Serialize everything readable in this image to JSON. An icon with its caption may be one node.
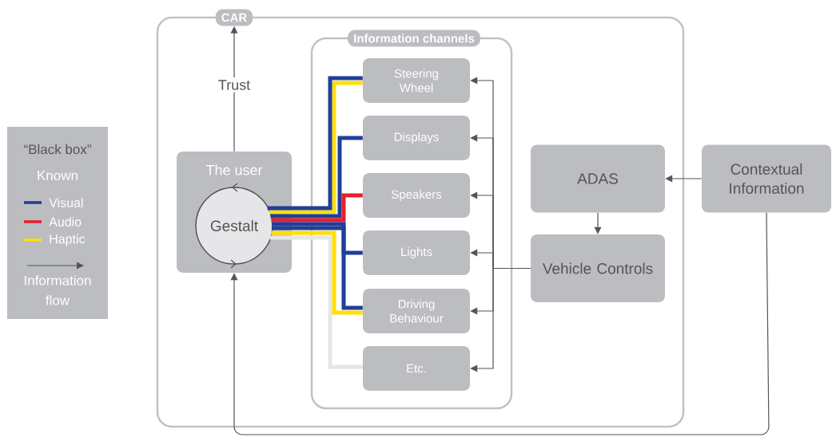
{
  "diagram": {
    "nodes": [
      {
        "text": [
          "CAR"
        ]
      },
      {
        "text": [
          "Information channels"
        ],
        "in": 0
      },
      {
        "text": [
          "The user"
        ],
        "in": 0
      },
      {
        "text": [
          "Gestalt"
        ],
        "in": 2
      },
      {
        "text": [
          "Steering Wheel"
        ],
        "in": 1
      },
      {
        "text": [
          "Displays"
        ],
        "in": 1
      },
      {
        "text": [
          "Speakers"
        ],
        "in": 1
      },
      {
        "text": [
          "Lights"
        ],
        "in": 1
      },
      {
        "text": [
          "Driving Behaviour"
        ],
        "in": 1
      },
      {
        "text": [
          "Etc."
        ],
        "in": 1
      },
      {
        "text": [
          "ADAS"
        ],
        "in": 0
      },
      {
        "text": [
          "Vehicle Controls"
        ],
        "in": 0
      },
      {
        "text": [
          "Contextual Information"
        ]
      }
    ],
    "edges": [
      {
        "from": 2,
        "to": 0,
        "arrow": "to",
        "label": "Trust"
      },
      {
        "from": 12,
        "to": 10,
        "arrow": "to"
      },
      {
        "from": 10,
        "to": 11,
        "arrow": "to"
      },
      {
        "from": 11,
        "to": 4,
        "arrow": "to"
      },
      {
        "from": 11,
        "to": 5,
        "arrow": "to"
      },
      {
        "from": 11,
        "to": 6,
        "arrow": "to"
      },
      {
        "from": 11,
        "to": 7,
        "arrow": "to"
      },
      {
        "from": 11,
        "to": 8,
        "arrow": "to"
      },
      {
        "from": 11,
        "to": 9,
        "arrow": "to"
      },
      {
        "from": 12,
        "to": 2,
        "arrow": "to"
      },
      {
        "from": 3,
        "to": 4,
        "arrow": "none",
        "style": "thick",
        "color": "#1f3f99"
      },
      {
        "from": 3,
        "to": 4,
        "arrow": "none",
        "style": "thick",
        "color": "#ffe000"
      },
      {
        "from": 3,
        "to": 5,
        "arrow": "none",
        "style": "thick",
        "color": "#1f3f99"
      },
      {
        "from": 3,
        "to": 6,
        "arrow": "none",
        "style": "thick",
        "color": "#e8202a"
      },
      {
        "from": 3,
        "to": 7,
        "arrow": "none",
        "style": "thick",
        "color": "#1f3f99"
      },
      {
        "from": 3,
        "to": 8,
        "arrow": "none",
        "style": "thick",
        "color": "#1f3f99"
      },
      {
        "from": 3,
        "to": 8,
        "arrow": "none",
        "style": "thick",
        "color": "#ffe000"
      },
      {
        "from": 3,
        "to": 9,
        "arrow": "none",
        "style": "thick",
        "color": "#e6e6e8"
      }
    ],
    "labels": [
      "“Black box”",
      "Known"
    ],
    "legend": [
      {
        "text": "Visual",
        "color": "#1f3f99"
      },
      {
        "text": "Audio",
        "color": "#e8202a"
      },
      {
        "text": "Haptic",
        "color": "#ffe000"
      },
      {
        "text": "Information flow"
      }
    ]
  }
}
